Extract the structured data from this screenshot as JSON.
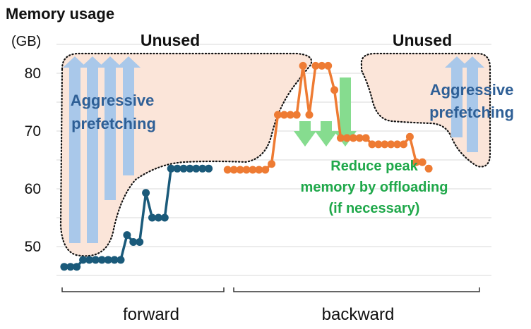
{
  "chart_data": {
    "type": "line",
    "title": "Memory usage",
    "ylabel": "(GB)",
    "ylim": [
      45,
      85
    ],
    "yticks": [
      50,
      60,
      70,
      80
    ],
    "grid": true,
    "series": [
      {
        "phase": "forward",
        "color": "#1a5a7a",
        "x": [
          1,
          2,
          3,
          4,
          5,
          6,
          7,
          8,
          9,
          10,
          11,
          12,
          13,
          14,
          15,
          16,
          17,
          18,
          19,
          20,
          21,
          22,
          23,
          24
        ],
        "values": [
          46.5,
          46.5,
          46.5,
          47.7,
          47.7,
          47.7,
          47.7,
          47.7,
          47.7,
          47.7,
          52.0,
          50.8,
          50.8,
          59.3,
          55.0,
          55.0,
          55.0,
          63.5,
          63.5,
          63.5,
          63.5,
          63.5,
          63.5,
          63.5
        ]
      },
      {
        "phase": "backward",
        "color": "#ee7b33",
        "x": [
          27,
          28,
          29,
          30,
          31,
          32,
          33,
          34,
          35,
          36,
          37,
          38,
          39,
          40,
          41,
          42,
          43,
          44,
          45,
          46,
          47,
          48,
          49,
          50,
          51,
          52,
          53,
          54,
          55,
          56,
          57,
          58
        ],
        "values": [
          63.3,
          63.3,
          63.3,
          63.3,
          63.3,
          63.3,
          63.3,
          64.3,
          72.8,
          72.8,
          72.8,
          72.8,
          81.3,
          72.8,
          81.3,
          81.3,
          81.3,
          77.1,
          68.8,
          68.8,
          68.8,
          68.8,
          68.8,
          67.7,
          67.7,
          67.7,
          67.7,
          67.7,
          67.7,
          69.0,
          64.6,
          64.6
        ]
      }
    ],
    "extra_point": {
      "x": 59,
      "value": 63.5
    },
    "phases": [
      {
        "label": "forward",
        "x_start": 0.5,
        "x_end": 24.5
      },
      {
        "label": "backward",
        "x_start": 26.5,
        "x_end": 59.5
      }
    ],
    "annotations": {
      "unused_left": "Unused",
      "unused_right": "Unused",
      "prefetch_left_line1": "Aggressive",
      "prefetch_left_line2": "prefetching",
      "prefetch_right_line1": "Aggressive",
      "prefetch_right_line2": "prefetching",
      "offload_line1": "Reduce peak",
      "offload_line2": "memory by offloading",
      "offload_line3": "(if necessary)"
    },
    "colors": {
      "unused_fill": "#fbe5d9",
      "prefetch_arrow": "#a9c8ea",
      "offload_arrow": "#86dc8f",
      "grid": "#d9d9d9"
    }
  }
}
